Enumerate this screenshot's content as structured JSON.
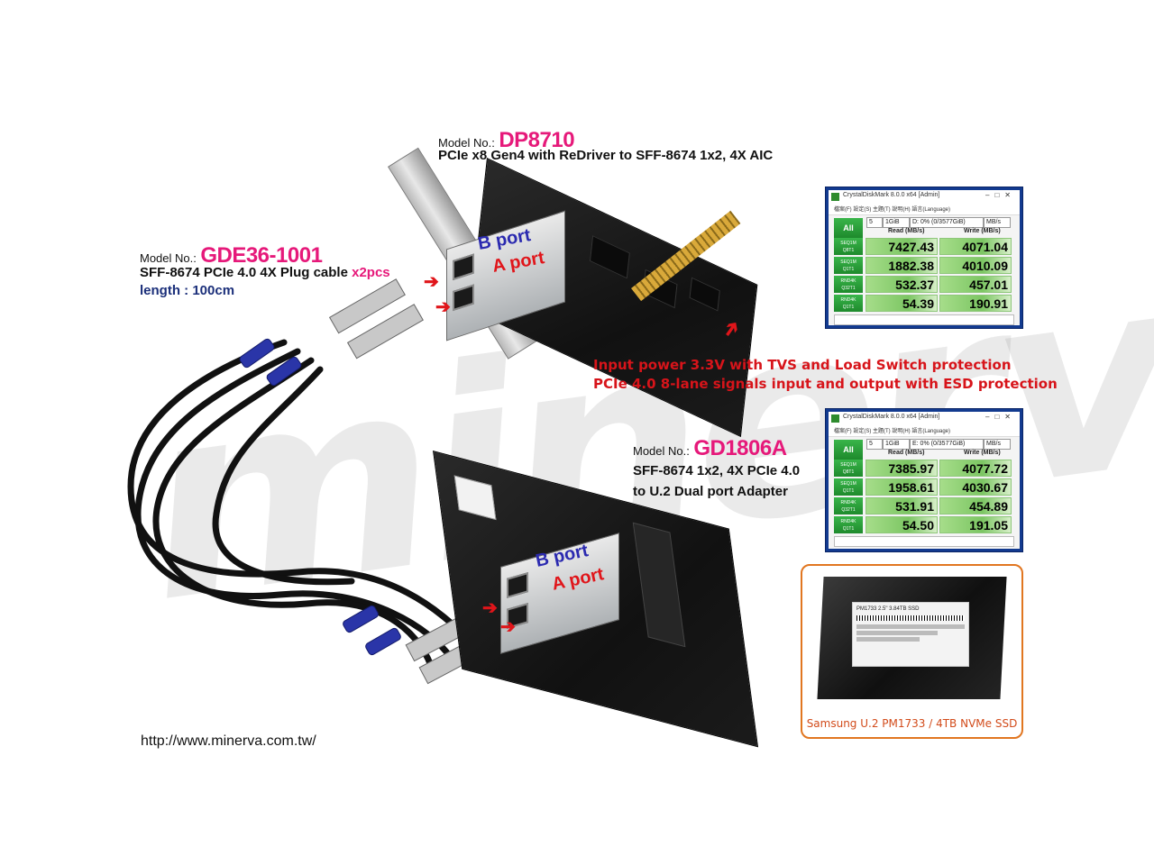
{
  "watermark": "minerva",
  "dp8710": {
    "prefix": "Model No.:",
    "model": "DP8710",
    "desc": "PCIe x8 Gen4 with ReDriver to SFF-8674 1x2, 4X AIC"
  },
  "gde36": {
    "prefix": "Model No.:",
    "model": "GDE36-1001",
    "desc": "SFF-8674 PCIe 4.0 4X Plug cable",
    "qty": "x2pcs",
    "length": "length : 100cm"
  },
  "gd1806": {
    "prefix": "Model No.:",
    "model": "GD1806A",
    "desc_line1": "SFF-8674 1x2, 4X PCIe 4.0",
    "desc_line2": "to U.2 Dual port Adapter"
  },
  "notes": {
    "line1": "Input power 3.3V with TVS and Load Switch protection",
    "line2": "PCIe 4.0 8-lane signals input and output with ESD protection"
  },
  "ports": {
    "b": "B port",
    "a": "A port"
  },
  "url": "http://www.minerva.com.tw/",
  "cdm1": {
    "title": "CrystalDiskMark 8.0.0 x64 [Admin]",
    "menu": "檔案(F)  設定(S)  主題(T)  說明(H)  語言(Language)",
    "all": "All",
    "count": "5",
    "size": "1GiB",
    "drive": "D: 0% (0/3577GiB)",
    "unit": "MB/s",
    "read_hdr": "Read (MB/s)",
    "write_hdr": "Write (MB/s)",
    "rows": [
      {
        "l1": "SEQ1M",
        "l2": "Q8T1",
        "read": "7427.43",
        "write": "4071.04"
      },
      {
        "l1": "SEQ1M",
        "l2": "Q1T1",
        "read": "1882.38",
        "write": "4010.09"
      },
      {
        "l1": "RND4K",
        "l2": "Q32T1",
        "read": "532.37",
        "write": "457.01"
      },
      {
        "l1": "RND4K",
        "l2": "Q1T1",
        "read": "54.39",
        "write": "190.91"
      }
    ]
  },
  "cdm2": {
    "title": "CrystalDiskMark 8.0.0 x64 [Admin]",
    "menu": "檔案(F)  設定(S)  主題(T)  說明(H)  語言(Language)",
    "all": "All",
    "count": "5",
    "size": "1GiB",
    "drive": "E: 0% (0/3577GiB)",
    "unit": "MB/s",
    "read_hdr": "Read (MB/s)",
    "write_hdr": "Write (MB/s)",
    "rows": [
      {
        "l1": "SEQ1M",
        "l2": "Q8T1",
        "read": "7385.97",
        "write": "4077.72"
      },
      {
        "l1": "SEQ1M",
        "l2": "Q1T1",
        "read": "1958.61",
        "write": "4030.67"
      },
      {
        "l1": "RND4K",
        "l2": "Q32T1",
        "read": "531.91",
        "write": "454.89"
      },
      {
        "l1": "RND4K",
        "l2": "Q1T1",
        "read": "54.50",
        "write": "191.05"
      }
    ]
  },
  "ssd": {
    "label_text": "PM1733 2.5\" 3.84TB SSD",
    "caption": "Samsung U.2 PM1733 / 4TB NVMe SSD"
  },
  "colors": {
    "model": "#e6197a",
    "note_red": "#d7141a",
    "frame_blue": "#123a8f",
    "ssd_orange": "#e17620"
  }
}
